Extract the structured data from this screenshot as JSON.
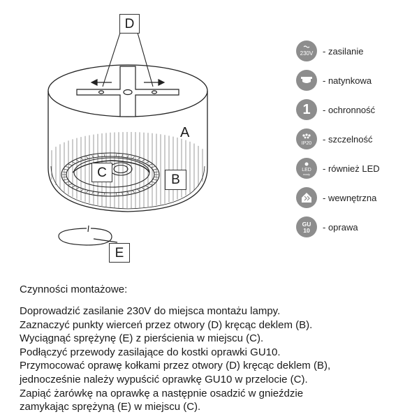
{
  "diagram": {
    "labels": {
      "d": "D",
      "a": "A",
      "b": "B",
      "c": "C",
      "e": "E"
    }
  },
  "legend": [
    {
      "icon": "voltage-icon",
      "icon_text": "230V",
      "text": "- zasilanie"
    },
    {
      "icon": "surface-mount-icon",
      "icon_text": "",
      "text": "- natynkowa"
    },
    {
      "icon": "protection-class-icon",
      "icon_text": "1",
      "text": "- ochronność"
    },
    {
      "icon": "ip-rating-icon",
      "icon_text": "IP20",
      "text": "- szczelność"
    },
    {
      "icon": "led-icon",
      "icon_text": "LED",
      "icon_subtext": "ready",
      "text": "- również LED"
    },
    {
      "icon": "indoor-icon",
      "icon_text": "",
      "text": "- wewnętrzna"
    },
    {
      "icon": "gu10-icon",
      "icon_text": "GU",
      "icon_subtext": "10",
      "text": "- oprawa"
    }
  ],
  "instructions": {
    "title": "Czynności montażowe:",
    "lines": [
      "Doprowadzić zasilanie 230V do miejsca montażu lampy.",
      "Zaznaczyć punkty wierceń przez otwory (D) kręcąc deklem (B).",
      "Wyciągnąć sprężynę (E) z pierścienia w miejscu (C).",
      "Podłączyć przewody zasilające do kostki oprawki GU10.",
      "Przymocować oprawę kołkami przez otwory (D) kręcąc deklem (B),",
      "jednocześnie należy wypuścić oprawkę GU10 w przelocie (C).",
      "Zapiąć żarówkę na oprawkę a następnie osadzić w gnieździe",
      "zamykając sprężyną (E) w miejscu (C)."
    ]
  }
}
